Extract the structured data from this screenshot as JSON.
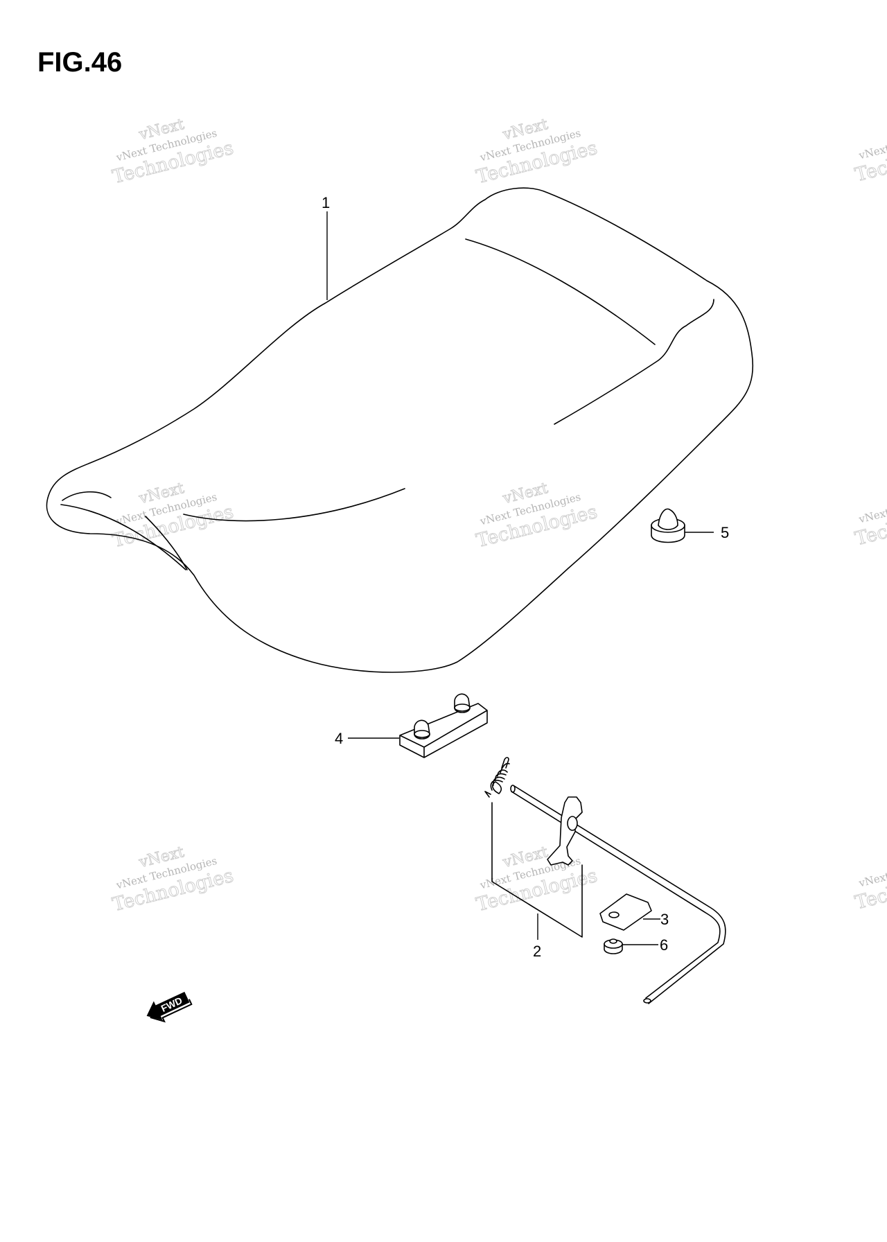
{
  "figure": {
    "title": "FIG.46"
  },
  "watermark": {
    "line1": "vNext",
    "line2": "vNext Technologies",
    "line3": "Technologies"
  },
  "parts": [
    {
      "id": "1",
      "label": "1"
    },
    {
      "id": "2",
      "label": "2"
    },
    {
      "id": "3",
      "label": "3"
    },
    {
      "id": "4",
      "label": "4"
    },
    {
      "id": "5",
      "label": "5"
    },
    {
      "id": "6",
      "label": "6"
    }
  ],
  "fwd_indicator": {
    "label": "FWD"
  },
  "colors": {
    "line": "#000000",
    "watermark": "#c8c8c8",
    "background": "#ffffff"
  }
}
